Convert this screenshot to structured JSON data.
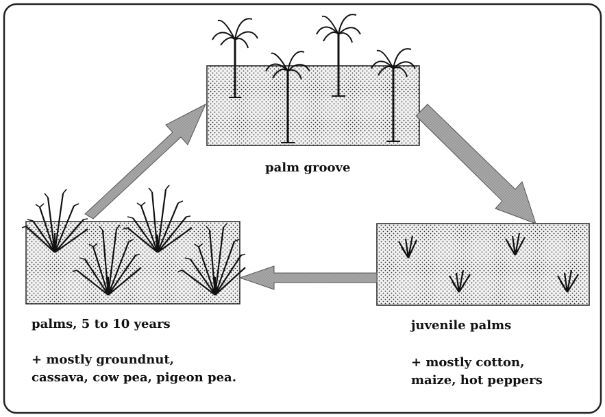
{
  "diagram": {
    "top_label": "palm groove",
    "left_title": "palms, 5 to 10 years",
    "left_crops": [
      "+ mostly groundnut,",
      "cassava, cow pea, pigeon pea."
    ],
    "right_title": "juvenile palms",
    "right_crops": [
      "+ mostly cotton,",
      "maize, hot peppers"
    ]
  }
}
